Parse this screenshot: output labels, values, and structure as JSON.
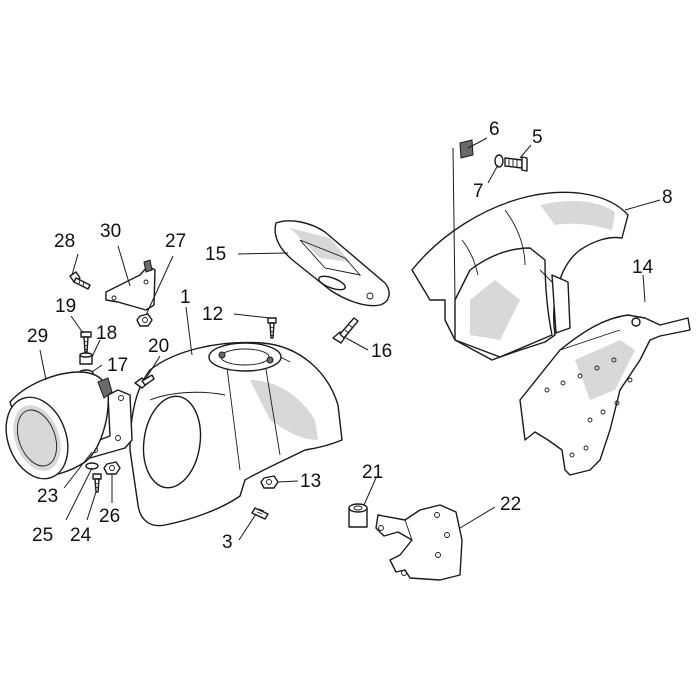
{
  "callouts": [
    {
      "id": "1",
      "label": "1"
    },
    {
      "id": "3",
      "label": "3"
    },
    {
      "id": "5",
      "label": "5"
    },
    {
      "id": "6",
      "label": "6"
    },
    {
      "id": "7",
      "label": "7"
    },
    {
      "id": "8",
      "label": "8"
    },
    {
      "id": "12",
      "label": "12"
    },
    {
      "id": "13",
      "label": "13"
    },
    {
      "id": "14",
      "label": "14"
    },
    {
      "id": "15",
      "label": "15"
    },
    {
      "id": "16",
      "label": "16"
    },
    {
      "id": "17",
      "label": "17"
    },
    {
      "id": "18",
      "label": "18"
    },
    {
      "id": "19",
      "label": "19"
    },
    {
      "id": "20",
      "label": "20"
    },
    {
      "id": "21",
      "label": "21"
    },
    {
      "id": "22",
      "label": "22"
    },
    {
      "id": "23",
      "label": "23"
    },
    {
      "id": "24",
      "label": "24"
    },
    {
      "id": "25",
      "label": "25"
    },
    {
      "id": "26",
      "label": "26"
    },
    {
      "id": "27",
      "label": "27"
    },
    {
      "id": "28",
      "label": "28"
    },
    {
      "id": "29",
      "label": "29"
    },
    {
      "id": "30",
      "label": "30"
    }
  ]
}
